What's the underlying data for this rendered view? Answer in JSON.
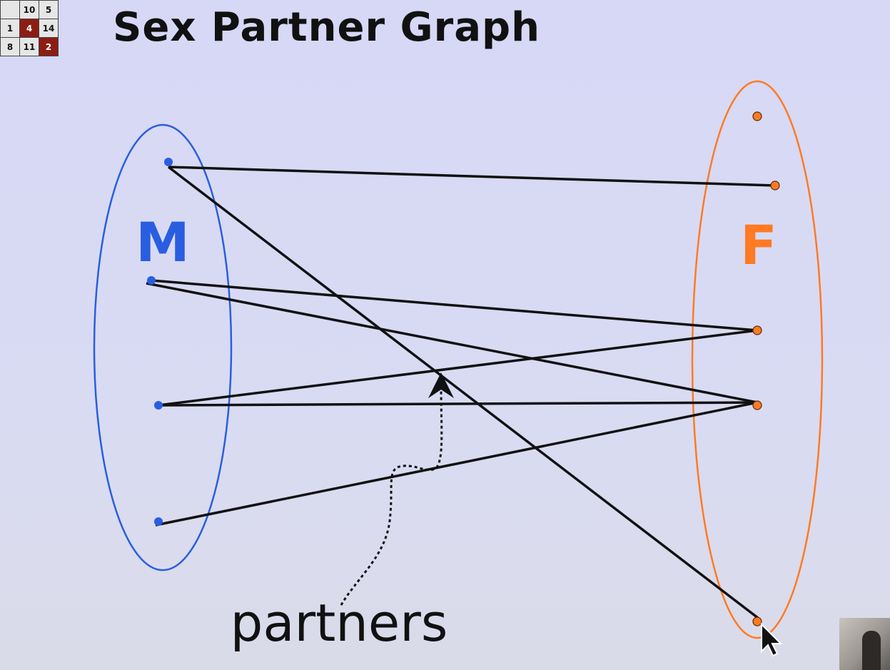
{
  "logo_grid": [
    [
      "",
      "10",
      "5"
    ],
    [
      "1",
      "4",
      "14"
    ],
    [
      "8",
      "11",
      "2"
    ]
  ],
  "logo_red_cells": [
    "1-1",
    "2-2"
  ],
  "title": "Sex Partner Graph",
  "left_set_label": "M",
  "right_set_label": "F",
  "edges_caption": "partners",
  "colors": {
    "male": "#2a5ee0",
    "female": "#ff7a22",
    "edge": "#111111",
    "logo_red": "#8c1d15"
  },
  "graph": {
    "male_nodes": [
      "m1",
      "m2",
      "m3",
      "m4"
    ],
    "female_nodes": [
      "f1",
      "f2",
      "f3",
      "f4",
      "f5"
    ],
    "edges": [
      [
        "m1",
        "f2"
      ],
      [
        "m1",
        "f5"
      ],
      [
        "m2",
        "f3"
      ],
      [
        "m2",
        "f4"
      ],
      [
        "m3",
        "f3"
      ],
      [
        "m3",
        "f4"
      ],
      [
        "m4",
        "f4"
      ]
    ]
  },
  "icons": [
    "mouse-pointer-icon"
  ]
}
